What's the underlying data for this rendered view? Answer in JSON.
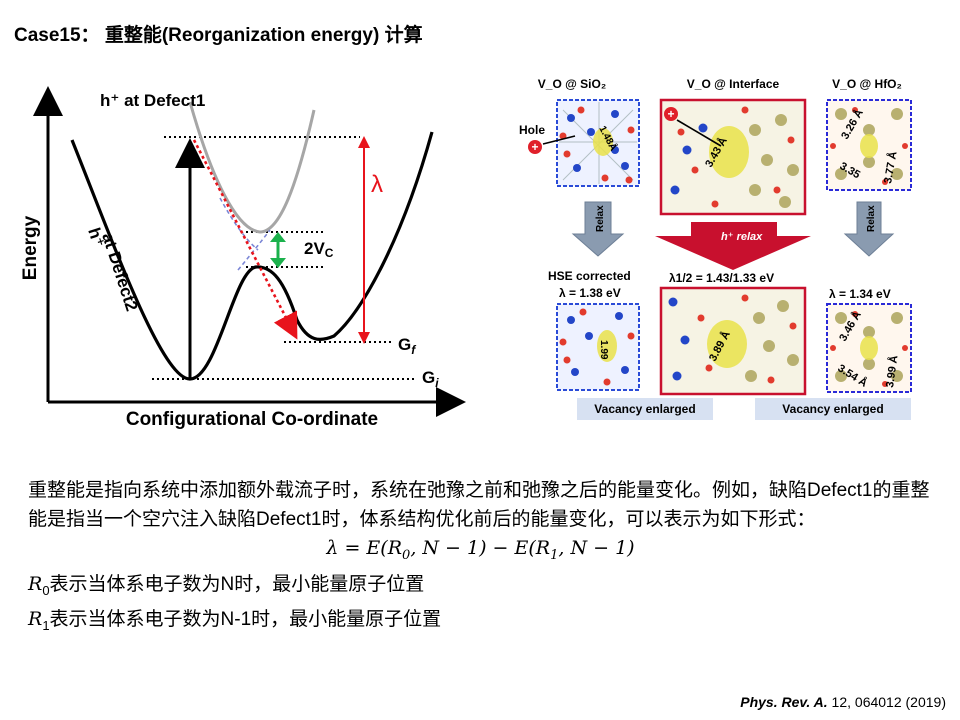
{
  "title": "Case15： 重整能(Reorganization energy) 计算",
  "diagram": {
    "y_axis_label": "Energy",
    "x_axis_label": "Configurational Co-ordinate",
    "upper_curve_label": "h⁺ at Defect1",
    "lower_curve_label_line1": "h⁺",
    "lower_curve_label_line2": "at Defect2",
    "lambda_symbol": "λ",
    "coupling_label": "2V",
    "coupling_sub": "C",
    "gf_label": "G",
    "gf_sub": "f",
    "gi_label": "G",
    "gi_sub": "i",
    "colors": {
      "lambda": "#e8141c",
      "coupling": "#1bb14c",
      "path": "#e8141c",
      "upper_curve": "#a6a6a6",
      "crossing": "#7b86d6"
    }
  },
  "panels": {
    "headers": [
      "V_O @ SiO₂",
      "V_O @ Interface",
      "V_O @ HfO₂"
    ],
    "hole_label": "Hole",
    "relax_label": "Relax",
    "hplus_relax_label": "h⁺ relax",
    "top_distances": {
      "sio2": [
        "1.48Å"
      ],
      "interface": [
        "3.43 Å"
      ],
      "hfo2": [
        "3.26 Å",
        "3.35",
        "3.77 Å"
      ]
    },
    "hse_corrected": "HSE corrected",
    "lambda_sio2": "λ = 1.38 eV",
    "lambda_interface": "λ1/2 = 1.43/1.33 eV",
    "lambda_hfo2": "λ = 1.34 eV",
    "bottom_distances": {
      "sio2": [
        "1.99"
      ],
      "interface": [
        "3.89 Å"
      ],
      "hfo2": [
        "3.46 Å",
        "3.54 Å",
        "3.99 Å"
      ]
    },
    "vacancy_enlarged": "Vacancy enlarged",
    "colors": {
      "sio2_frame": "#2a4bd7",
      "interface_frame": "#c8102e",
      "hfo2_frame": "#2a2ad7",
      "arrow_fill": "#c8102e",
      "relax_arrow": "#8a9bb0"
    }
  },
  "body": {
    "para1": "重整能是指向系统中添加额外载流子时，系统在弛豫之前和弛豫之后的能量变化。例如，缺陷Defect1的重整能是指当一个空穴注入缺陷Defect1时，体系结构优化前后的能量变化，可以表示为如下形式：",
    "eq_a": "λ = E(R",
    "eq_a_sub": "0",
    "eq_b": ", N − 1) − E(R",
    "eq_b_sub": "1",
    "eq_c": ", N − 1)",
    "r0_var": "R",
    "r0_sub": "0",
    "r0_text": "表示当体系电子数为N时，最小能量原子位置",
    "r1_var": "R",
    "r1_sub": "1",
    "r1_text": "表示当体系电子数为N-1时，最小能量原子位置"
  },
  "citation": {
    "journal": "Phys. Rev. A.",
    "ref": " 12, 064012 (2019)"
  }
}
